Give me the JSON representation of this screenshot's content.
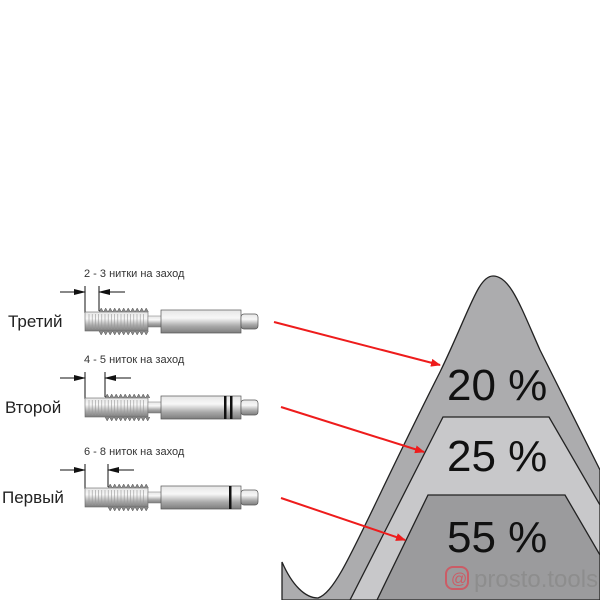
{
  "taps": [
    {
      "name": "Третий",
      "caption": "2 - 3 нитки на заход",
      "rings": 0
    },
    {
      "name": "Второй",
      "caption": "4 - 5 ниток на заход",
      "rings": 2
    },
    {
      "name": "Первый",
      "caption": "6 - 8 ниток на заход",
      "rings": 1
    }
  ],
  "thread_load": [
    {
      "label": "20 %",
      "fraction": 0.2,
      "color": "#acacae"
    },
    {
      "label": "25 %",
      "fraction": 0.25,
      "color": "#c8c8ca"
    },
    {
      "label": "55 %",
      "fraction": 0.55,
      "color": "#9b9b9d"
    }
  ],
  "arrow_color": "#ee1c1c",
  "watermark": {
    "text": "prosto.tools",
    "icon": "at-icon",
    "color": "#e0424f"
  }
}
